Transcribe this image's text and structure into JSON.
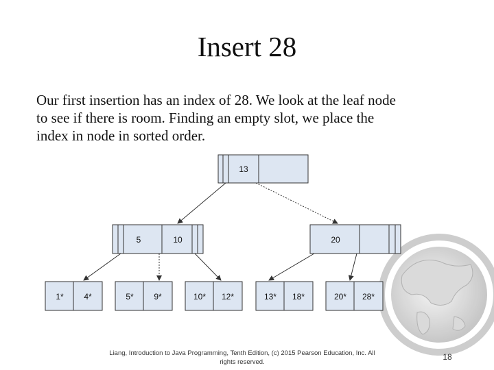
{
  "slide": {
    "title": "Insert 28",
    "body_lines": [
      "Our first insertion has an index of 28.  We look at the leaf node",
      "to see if there is room.  Finding an empty slot, we place the",
      "index in node in sorted order."
    ],
    "footer_lines": [
      "Liang, Introduction to Java Programming, Tenth Edition, (c) 2015 Pearson Education, Inc. All",
      "rights reserved."
    ],
    "page_number": "18"
  },
  "tree": {
    "root": [
      "13"
    ],
    "internal": [
      [
        "5",
        "10"
      ],
      [
        "20"
      ]
    ],
    "leaves": [
      [
        "1*",
        "4*"
      ],
      [
        "5*",
        "9*"
      ],
      [
        "10*",
        "12*"
      ],
      [
        "13*",
        "18*"
      ],
      [
        "20*",
        "28*"
      ]
    ]
  },
  "colors": {
    "index_node_fill": "#dde6f2",
    "leaf_node_fill": "#dde6f2",
    "line": "#333333"
  }
}
